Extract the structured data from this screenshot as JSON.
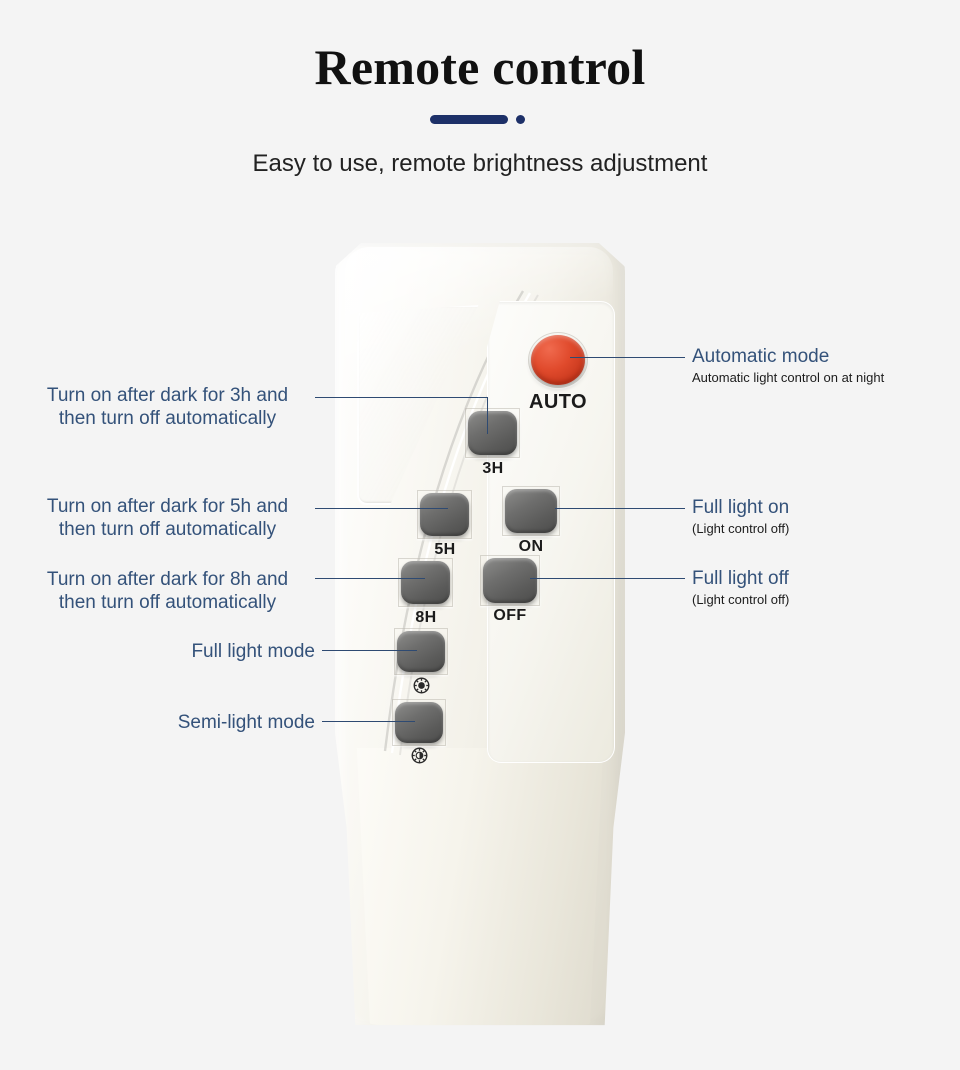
{
  "header": {
    "title": "Remote control",
    "subtitle": "Easy to use, remote brightness adjustment",
    "accent_color": "#1d3068"
  },
  "device": {
    "name": "solar light remote control",
    "body_color": "#f3f1e9",
    "button_color": "#5b5b5a",
    "auto_button_color": "#e04a2c",
    "keys": [
      {
        "id": "auto",
        "label": "AUTO",
        "type": "round-red"
      },
      {
        "id": "3h",
        "label": "3H",
        "type": "rounded-gray"
      },
      {
        "id": "5h",
        "label": "5H",
        "type": "rounded-gray"
      },
      {
        "id": "on",
        "label": "ON",
        "type": "rounded-gray"
      },
      {
        "id": "8h",
        "label": "8H",
        "type": "rounded-gray"
      },
      {
        "id": "off",
        "label": "OFF",
        "type": "rounded-gray"
      },
      {
        "id": "full-light",
        "label": "",
        "type": "rounded-gray",
        "glyph": "sun-full-icon"
      },
      {
        "id": "semi-light",
        "label": "",
        "type": "rounded-gray",
        "glyph": "sun-half-icon"
      }
    ]
  },
  "callouts": {
    "left": [
      {
        "id": "3h",
        "line1": "Turn on after dark for 3h and",
        "line2": "then turn off automatically"
      },
      {
        "id": "5h",
        "line1": "Turn on after dark for 5h and",
        "line2": "then turn off automatically"
      },
      {
        "id": "8h",
        "line1": "Turn on after dark for 8h and",
        "line2": "then turn off automatically"
      },
      {
        "id": "full",
        "line1": "Full light mode",
        "line2": ""
      },
      {
        "id": "semi",
        "line1": "Semi-light mode",
        "line2": ""
      }
    ],
    "right": [
      {
        "id": "auto",
        "title": "Automatic mode",
        "sub": "Automatic light control on at night"
      },
      {
        "id": "on",
        "title": "Full light on",
        "sub": "(Light control off)"
      },
      {
        "id": "off",
        "title": "Full light off",
        "sub": "(Light control off)"
      }
    ]
  }
}
